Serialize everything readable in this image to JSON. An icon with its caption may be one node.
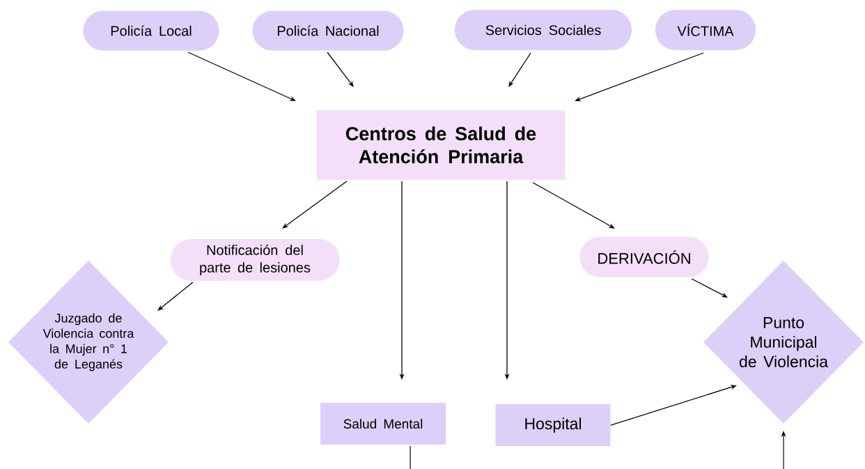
{
  "diagram": {
    "nodes": [
      {
        "text": [
          "Policía Local"
        ]
      },
      {
        "text": [
          "Policía Nacional"
        ]
      },
      {
        "text": [
          "Servicios Sociales"
        ]
      },
      {
        "text": [
          "VÍCTIMA"
        ]
      },
      {
        "text": [
          "Centros de Salud de Atención Primaria"
        ]
      },
      {
        "text": [
          "Notificación del parte de lesiones"
        ]
      },
      {
        "text": [
          "DERIVACIÓN"
        ]
      },
      {
        "text": [
          "Juzgado de Violencia contra la Mujer n° 1 de Leganés"
        ]
      },
      {
        "text": [
          "Punto Municipal de Violencia"
        ]
      },
      {
        "text": [
          "Salud Mental"
        ]
      },
      {
        "text": [
          "Hospital"
        ]
      }
    ],
    "edges": [
      {
        "from": 0,
        "to": 4,
        "arrow": "to"
      },
      {
        "from": 1,
        "to": 4,
        "arrow": "to"
      },
      {
        "from": 2,
        "to": 4,
        "arrow": "to"
      },
      {
        "from": 3,
        "to": 4,
        "arrow": "to"
      },
      {
        "from": 4,
        "to": 5,
        "arrow": "to"
      },
      {
        "from": 4,
        "to": 9,
        "arrow": "to"
      },
      {
        "from": 4,
        "to": 10,
        "arrow": "to"
      },
      {
        "from": 4,
        "to": 6,
        "arrow": "to"
      },
      {
        "from": 5,
        "to": 7,
        "arrow": "to"
      },
      {
        "from": 6,
        "to": 8,
        "arrow": "to"
      },
      {
        "from": 10,
        "to": 8,
        "arrow": "to"
      },
      {
        "from": 9,
        "to": null,
        "arrow": "none"
      },
      {
        "from": null,
        "to": 8,
        "arrow": "to"
      }
    ]
  }
}
